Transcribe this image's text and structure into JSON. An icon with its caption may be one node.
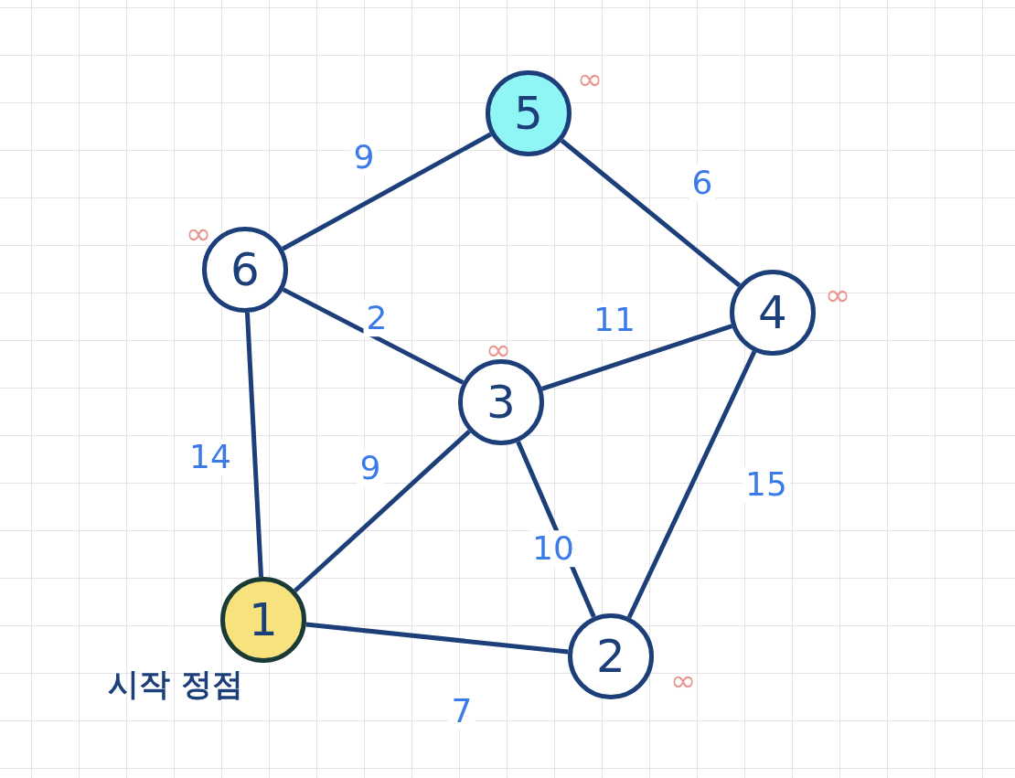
{
  "diagram": {
    "nodes": [
      {
        "text": [
          "5"
        ],
        "beside": [
          "∞"
        ]
      },
      {
        "text": [
          "6"
        ],
        "beside": [
          "∞"
        ]
      },
      {
        "text": [
          "4"
        ],
        "beside": [
          "∞"
        ]
      },
      {
        "text": [
          "3"
        ],
        "beside": [
          "∞"
        ]
      },
      {
        "text": [
          "1"
        ],
        "beside": [
          "시작 정점"
        ]
      },
      {
        "text": [
          "2"
        ],
        "beside": [
          "∞"
        ]
      }
    ],
    "edges": [
      {
        "from": 1,
        "to": 0,
        "arrow": "none",
        "label": "9"
      },
      {
        "from": 0,
        "to": 2,
        "arrow": "none",
        "label": "6"
      },
      {
        "from": 1,
        "to": 3,
        "arrow": "none",
        "label": "2"
      },
      {
        "from": 3,
        "to": 2,
        "arrow": "none",
        "label": "11"
      },
      {
        "from": 1,
        "to": 4,
        "arrow": "none",
        "label": "14"
      },
      {
        "from": 4,
        "to": 3,
        "arrow": "none",
        "label": "9"
      },
      {
        "from": 3,
        "to": 5,
        "arrow": "none",
        "label": "10"
      },
      {
        "from": 2,
        "to": 5,
        "arrow": "none",
        "label": "15"
      },
      {
        "from": 4,
        "to": 5,
        "arrow": "none",
        "label": "7"
      }
    ]
  }
}
